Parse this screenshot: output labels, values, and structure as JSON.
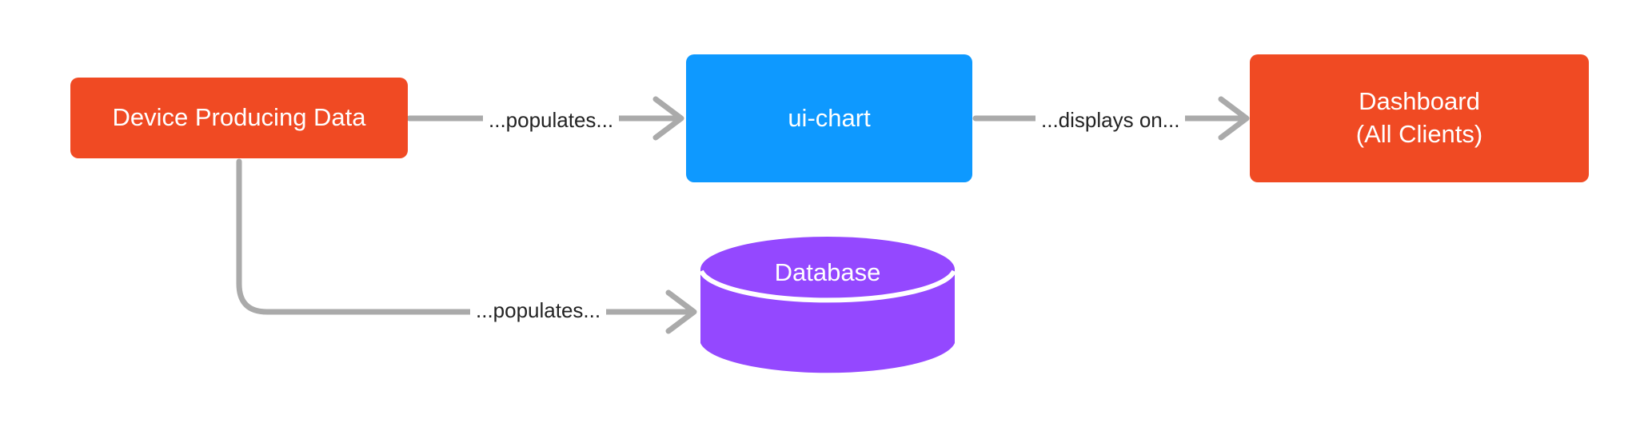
{
  "diagram": {
    "type": "flow-diagram",
    "background_color": "#ffffff",
    "nodes": [
      {
        "id": "device",
        "label": "Device Producing Data",
        "shape": "rounded-rectangle",
        "color": "#f04a23",
        "text_color": "#ffffff"
      },
      {
        "id": "ui-chart",
        "label": "ui-chart",
        "shape": "rounded-rectangle",
        "color": "#0e99ff",
        "text_color": "#ffffff"
      },
      {
        "id": "dashboard",
        "label": "Dashboard\n(All Clients)",
        "shape": "rounded-rectangle",
        "color": "#f04a23",
        "text_color": "#ffffff"
      },
      {
        "id": "database",
        "label": "Database",
        "shape": "cylinder",
        "color": "#9448ff",
        "text_color": "#ffffff"
      }
    ],
    "edges": [
      {
        "id": "device-to-uichart",
        "from": "device",
        "to": "ui-chart",
        "label": "...populates...",
        "color": "#aaaaaa",
        "arrow": "open"
      },
      {
        "id": "uichart-to-dashboard",
        "from": "ui-chart",
        "to": "dashboard",
        "label": "...displays on...",
        "color": "#aaaaaa",
        "arrow": "open"
      },
      {
        "id": "device-to-database",
        "from": "device",
        "to": "database",
        "label": "...populates...",
        "color": "#aaaaaa",
        "arrow": "open"
      }
    ]
  }
}
